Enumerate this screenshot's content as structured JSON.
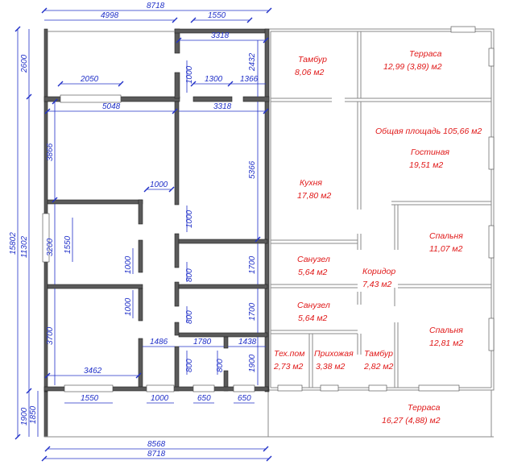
{
  "dimensions": {
    "top_total": "8718",
    "top_left": "4998",
    "top_right": "1550",
    "vestibule_width": "3318",
    "vestibule_height": "2432",
    "vestibule_door": "1000",
    "vestibule_sub_a": "1300",
    "vestibule_sub_b": "1366",
    "terrace_window": "2050",
    "kitchen_left_width": "5048",
    "kitchen_right_width": "3318",
    "room_left_height": "3866",
    "kitchen_right_height": "5366",
    "door_top": "1000",
    "door_kitchen_side": "1000",
    "left_room_height": "3200",
    "left_window": "1550",
    "door_left_a": "1000",
    "door_left_b": "1000",
    "bath_door_a": "800",
    "bath_door_b": "800",
    "bath_height_a": "1700",
    "bath_height_b": "1700",
    "bottom_left_height": "3700",
    "corridor_1486": "1486",
    "corridor_1780": "1780",
    "corridor_1438": "1438",
    "bottom_room_width": "3462",
    "small_door_a": "800",
    "small_door_b": "800",
    "small_height": "1900",
    "bottom_window": "1550",
    "bottom_door": "1000",
    "bottom_650_a": "650",
    "bottom_650_b": "650",
    "left_total": "15802",
    "left_inner": "11302",
    "left_top": "2600",
    "left_bottom_outer": "1900",
    "left_bottom_inner": "1850",
    "bottom_inner": "8568",
    "bottom_total": "8718"
  },
  "rooms": {
    "vestibule_top": {
      "name": "Тамбур",
      "area": "8,06 м2"
    },
    "terrace_top": {
      "name": "Терраса",
      "area": "12,99 (3,89) м2"
    },
    "total_area": "Общая площадь 105,66 м2",
    "living_room": {
      "name": "Гостиная",
      "area": "19,51 м2"
    },
    "kitchen": {
      "name": "Кухня",
      "area": "17,80 м2"
    },
    "bedroom_1": {
      "name": "Спальня",
      "area": "11,07 м2"
    },
    "bathroom_1": {
      "name": "Санузел",
      "area": "5,64 м2"
    },
    "corridor": {
      "name": "Коридор",
      "area": "7,43 м2"
    },
    "bathroom_2": {
      "name": "Санузел",
      "area": "5,64 м2"
    },
    "bedroom_2": {
      "name": "Спальня",
      "area": "12,81 м2"
    },
    "tech_room": {
      "name": "Тех.пом",
      "area": "2,73 м2"
    },
    "hallway": {
      "name": "Прихожая",
      "area": "3,38 м2"
    },
    "vestibule_bottom": {
      "name": "Тамбур",
      "area": "2,82 м2"
    },
    "terrace_bottom": {
      "name": "Терраса",
      "area": "16,27 (4,88) м2"
    }
  },
  "colors": {
    "dimension": "#2030c8",
    "room_label": "#e01818",
    "wall": "#5a5a5a"
  }
}
